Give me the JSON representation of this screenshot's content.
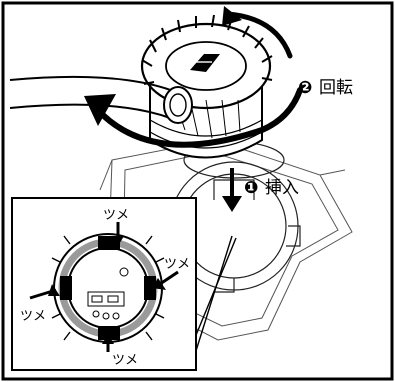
{
  "steps": [
    {
      "number": "❷",
      "label": "回転"
    },
    {
      "number": "❶",
      "label": "挿入"
    }
  ],
  "inset": {
    "tabs": [
      "ツメ",
      "ツメ",
      "ツメ",
      "ツメ"
    ]
  }
}
